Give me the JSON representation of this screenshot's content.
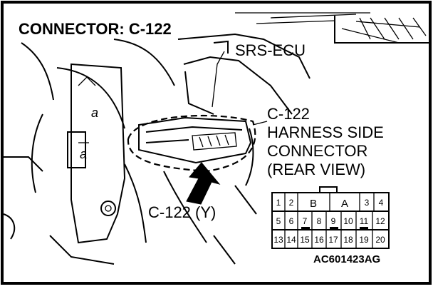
{
  "title": "CONNECTOR: C-122",
  "labels": {
    "srs_ecu": "SRS-ECU",
    "harness_line1": "C-122",
    "harness_line2": "HARNESS SIDE",
    "harness_line3": "CONNECTOR",
    "harness_line4": "(REAR VIEW)",
    "connector_color": "C-122 (Y)",
    "figure_code": "AC601423AG"
  },
  "bracket_letters": [
    "a",
    "a"
  ],
  "connector_pinout": {
    "row1": [
      "1",
      "2",
      "B",
      "A",
      "3",
      "4"
    ],
    "row2": [
      "5",
      "6",
      "7",
      "8",
      "9",
      "10",
      "11",
      "12"
    ],
    "row3": [
      "13",
      "14",
      "15",
      "16",
      "17",
      "18",
      "19",
      "20"
    ]
  }
}
